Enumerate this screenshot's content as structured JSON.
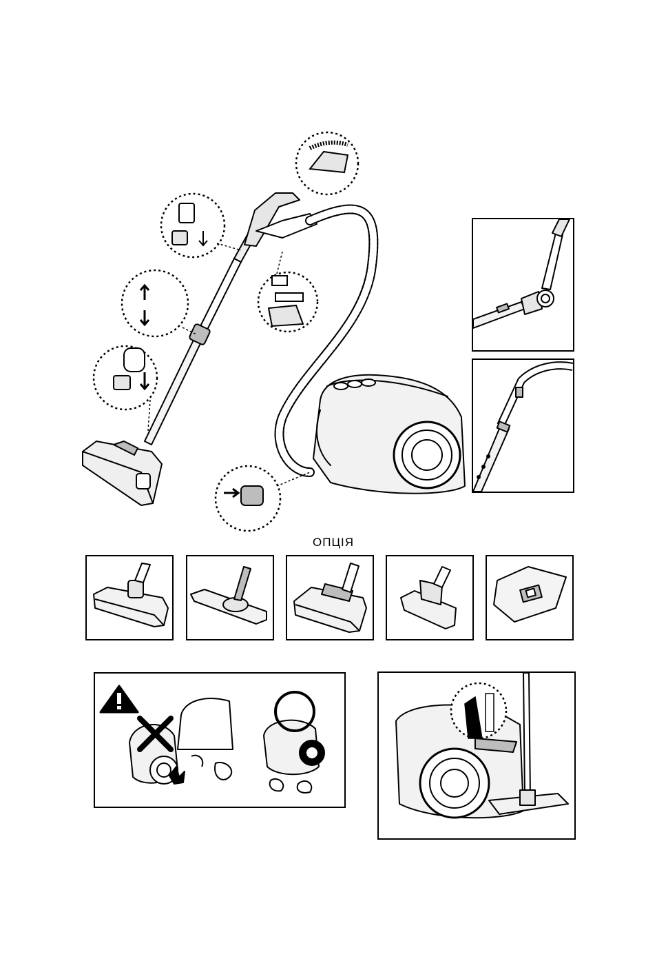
{
  "page": {
    "option_label": "ОПЦІЯ"
  },
  "icons": {
    "warning": "warning-triangle-icon",
    "prohibited": "x-cross-icon"
  },
  "colors": {
    "line": "#000000",
    "background": "#ffffff",
    "light_fill": "#e6e6e6",
    "mid_fill": "#bdbdbd"
  },
  "accessories": [
    {
      "name": "combination-floor-brush"
    },
    {
      "name": "parquet-brush"
    },
    {
      "name": "floor-brush"
    },
    {
      "name": "turbo-brush"
    },
    {
      "name": "dust-bag"
    }
  ]
}
